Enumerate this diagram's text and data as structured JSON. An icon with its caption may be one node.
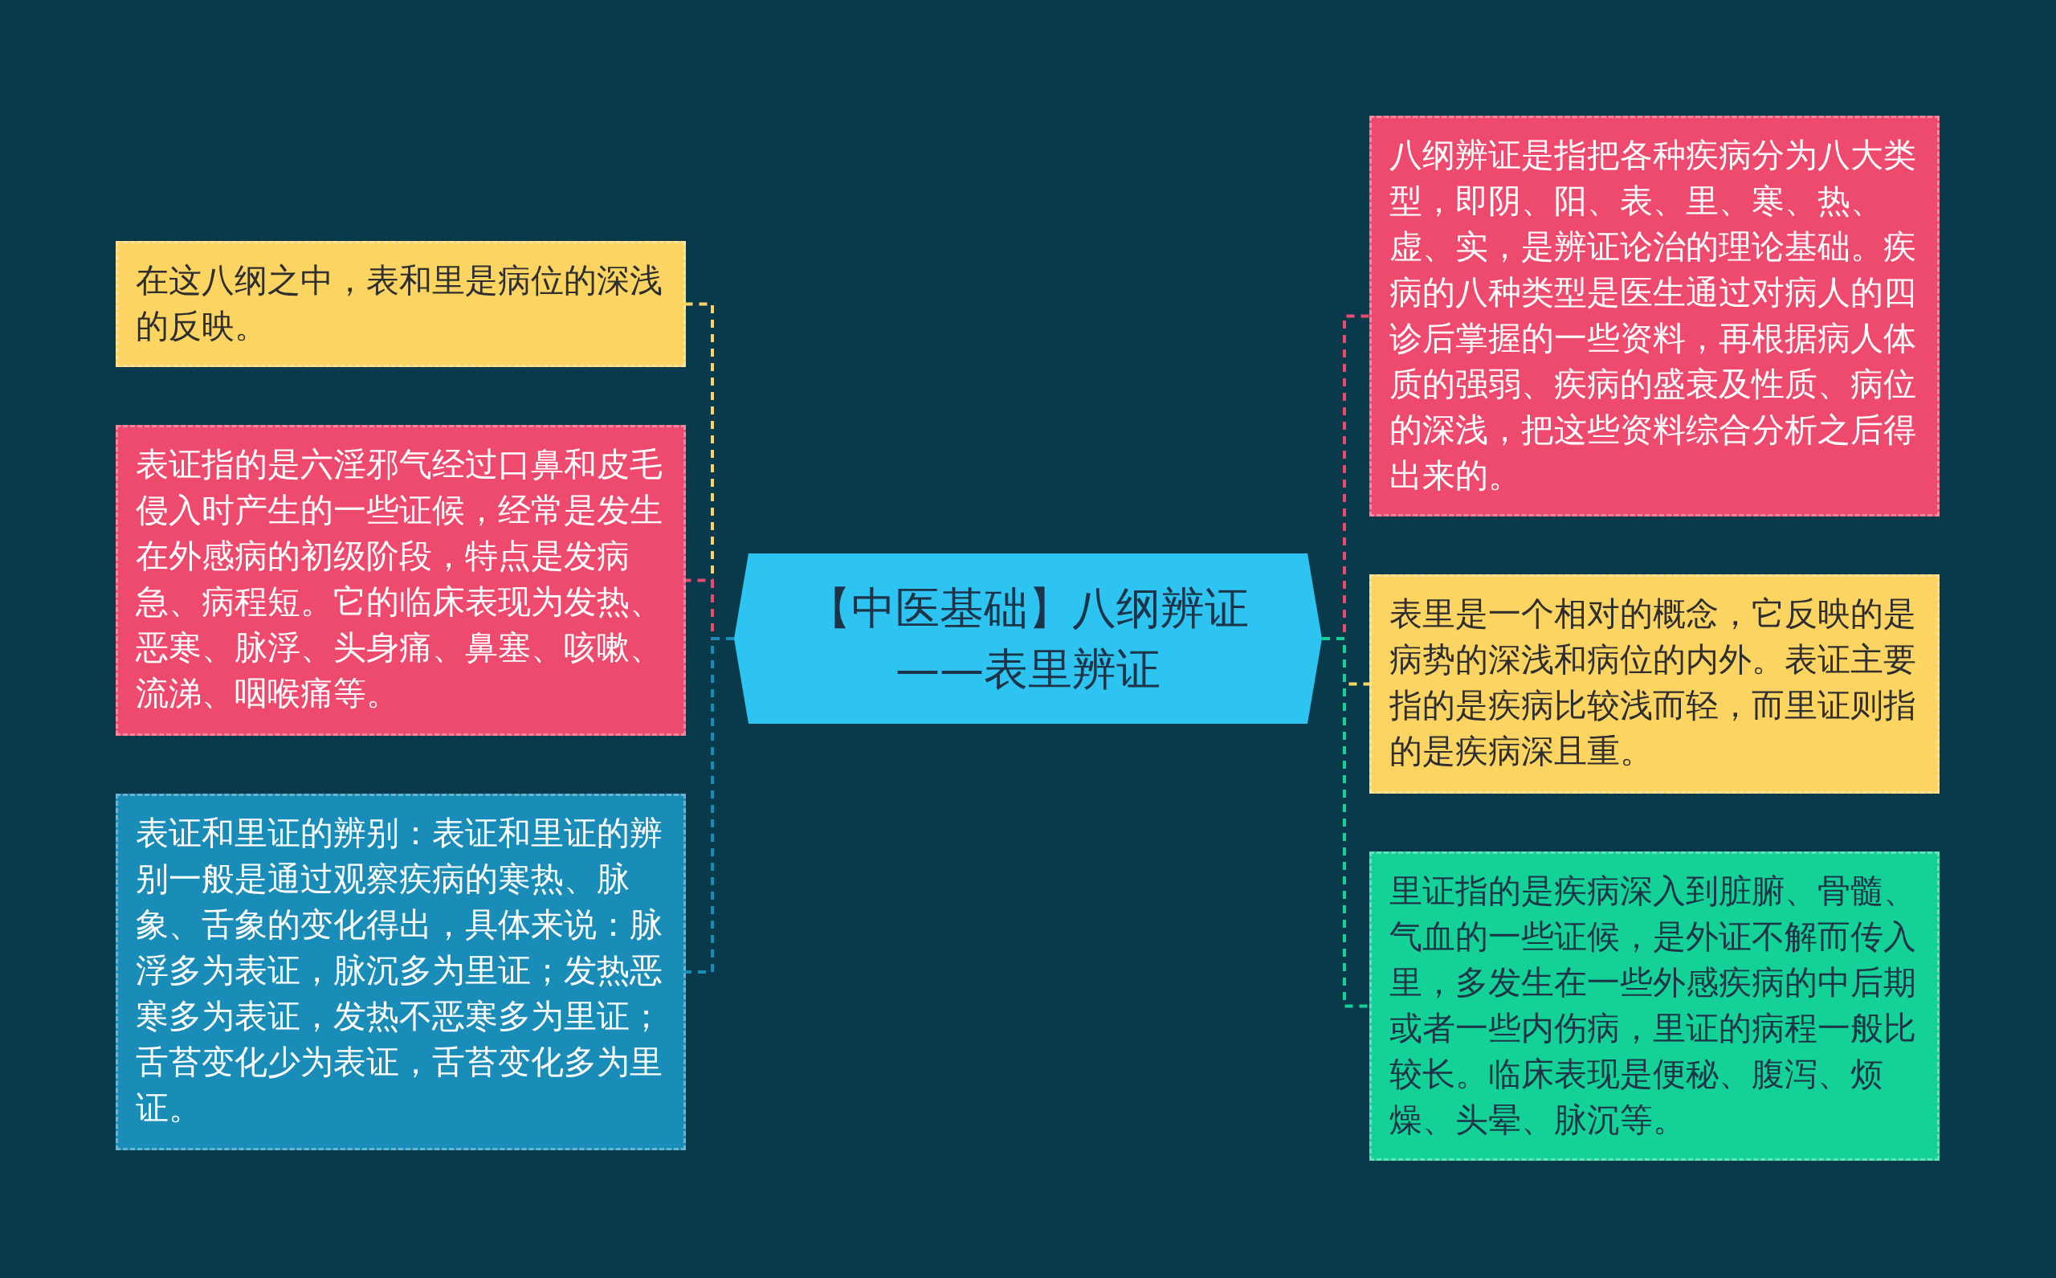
{
  "diagram": {
    "nodes": [
      {
        "text": [
          "【中医基础】八纲辨证——表里辨证"
        ]
      },
      {
        "text": [
          "在这八纲之中，表和里是病位的深浅的反映。"
        ]
      },
      {
        "text": [
          "表证指的是六淫邪气经过口鼻和皮毛侵入时产生的一些证候，经常是发生在外感病的初级阶段，特点是发病急、病程短。它的临床表现为发热、恶寒、脉浮、头身痛、鼻塞、咳嗽、流涕、咽喉痛等。"
        ]
      },
      {
        "text": [
          "表证和里证的辨别：表证和里证的辨别一般是通过观察疾病的寒热、脉象、舌象的变化得出，具体来说：脉浮多为表证，脉沉多为里证；发热恶寒多为表证，发热不恶寒多为里证；舌苔变化少为表证，舌苔变化多为里证。"
        ]
      },
      {
        "text": [
          "八纲辨证是指把各种疾病分为八大类型，即阴、阳、表、里、寒、热、虚、实，是辨证论治的理论基础。疾病的八种类型是医生通过对病人的四诊后掌握的一些资料，再根据病人体质的强弱、疾病的盛衰及性质、病位的深浅，把这些资料综合分析之后得出来的。"
        ]
      },
      {
        "text": [
          "表里是一个相对的概念，它反映的是病势的深浅和病位的内外。表证主要指的是疾病比较浅而轻，而里证则指的是疾病深且重。"
        ]
      },
      {
        "text": [
          "里证指的是疾病深入到脏腑、骨髓、气血的一些证候，是外证不解而传入里，多发生在一些外感疾病的中后期或者一些内伤病，里证的病程一般比较长。临床表现是便秘、腹泻、烦燥、头晕、脉沉等。"
        ]
      }
    ],
    "edges": [
      {
        "from": 0,
        "to": 1,
        "arrow": "none",
        "style": "dashed",
        "color": "#fcd462"
      },
      {
        "from": 0,
        "to": 2,
        "arrow": "none",
        "style": "dashed",
        "color": "#ee4a6e"
      },
      {
        "from": 0,
        "to": 3,
        "arrow": "none",
        "style": "dashed",
        "color": "#1a8cb8"
      },
      {
        "from": 0,
        "to": 4,
        "arrow": "none",
        "style": "dashed",
        "color": "#ee4a6e"
      },
      {
        "from": 0,
        "to": 5,
        "arrow": "none",
        "style": "dashed",
        "color": "#fcd462"
      },
      {
        "from": 0,
        "to": 6,
        "arrow": "none",
        "style": "dashed",
        "color": "#13d197"
      }
    ]
  }
}
